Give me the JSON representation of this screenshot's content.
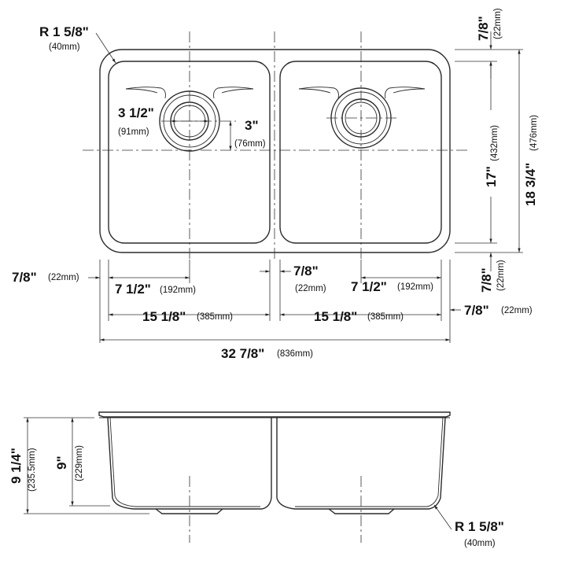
{
  "labels": {
    "corner_radius_top": {
      "inch": "R 1 5/8\"",
      "mm": "(40mm)"
    },
    "corner_radius_bottom": {
      "inch": "R 1 5/8\"",
      "mm": "(40mm)"
    },
    "drain_diameter": {
      "inch": "3 1/2\"",
      "mm": "(91mm)"
    },
    "drain_offset": {
      "inch": "3\"",
      "mm": "(76mm)"
    },
    "top_rim_right": {
      "inch": "7/8\"",
      "mm": "(22mm)"
    },
    "bowl_depth_length": {
      "inch": "17\"",
      "mm": "(432mm)"
    },
    "overall_width": {
      "inch": "18 3/4\"",
      "mm": "(476mm)"
    },
    "bottom_rim_right": {
      "inch": "7/8\"",
      "mm": "(22mm)"
    },
    "left_rim": {
      "inch": "7/8\"",
      "mm": "(22mm)"
    },
    "divider": {
      "inch": "7/8\"",
      "mm": "(22mm)"
    },
    "right_rim": {
      "inch": "7/8\"",
      "mm": "(22mm)"
    },
    "left_drain_center": {
      "inch": "7 1/2\"",
      "mm": "(192mm)"
    },
    "right_drain_center": {
      "inch": "7 1/2\"",
      "mm": "(192mm)"
    },
    "left_bowl": {
      "inch": "15 1/8\"",
      "mm": "(385mm)"
    },
    "right_bowl": {
      "inch": "15 1/8\"",
      "mm": "(385mm)"
    },
    "overall_length": {
      "inch": "32 7/8\"",
      "mm": "(836mm)"
    },
    "total_depth": {
      "inch": "9 1/4\"",
      "mm": "(235.5mm)"
    },
    "bowl_depth": {
      "inch": "9\"",
      "mm": "(229mm)"
    }
  }
}
